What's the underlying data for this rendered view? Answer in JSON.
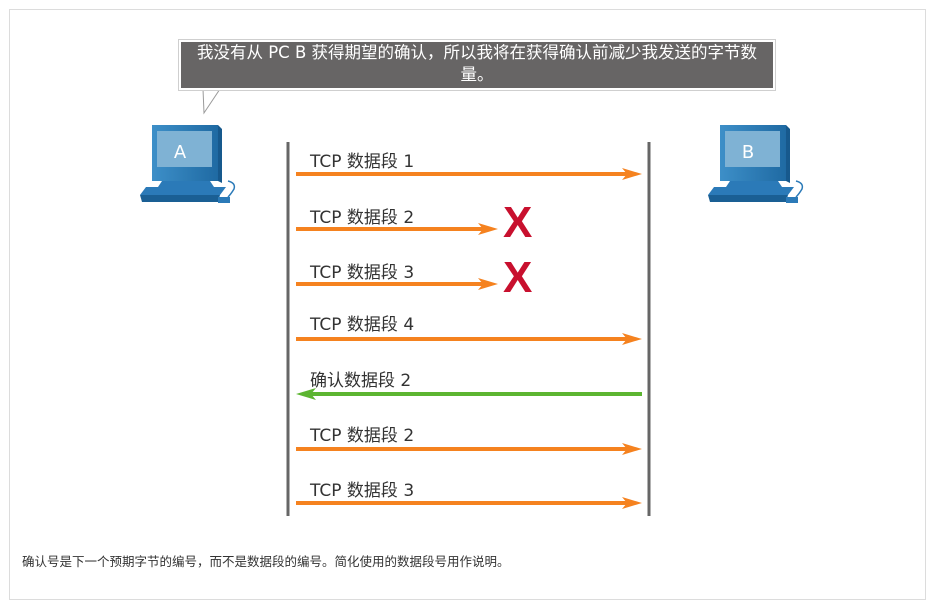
{
  "callout": {
    "text": "我没有从 PC B 获得期望的确认，所以我将在获得确认前减少我发送的字节数量。"
  },
  "hosts": {
    "left": {
      "label": "A",
      "icon": "computer-icon"
    },
    "right": {
      "label": "B",
      "icon": "computer-icon"
    }
  },
  "segments": [
    {
      "label": "TCP 数据段 1",
      "direction": "A-to-B",
      "lost": false,
      "color": "#f5821f"
    },
    {
      "label": "TCP 数据段 2",
      "direction": "A-to-B",
      "lost": true,
      "color": "#f5821f",
      "loss_mark": "X"
    },
    {
      "label": "TCP 数据段 3",
      "direction": "A-to-B",
      "lost": true,
      "color": "#f5821f",
      "loss_mark": "X"
    },
    {
      "label": "TCP 数据段 4",
      "direction": "A-to-B",
      "lost": false,
      "color": "#f5821f"
    },
    {
      "label": "确认数据段 2",
      "direction": "B-to-A",
      "lost": false,
      "color": "#5cb531"
    },
    {
      "label": "TCP 数据段 2",
      "direction": "A-to-B",
      "lost": false,
      "color": "#f5821f"
    },
    {
      "label": "TCP 数据段 3",
      "direction": "A-to-B",
      "lost": false,
      "color": "#f5821f"
    }
  ],
  "footnote": "确认号是下一个预期字节的编号，而不是数据段的编号。简化使用的数据段号用作说明。",
  "colors": {
    "timeline": "#666666",
    "loss_mark": "#c8102e",
    "computer_blue": "#2b7ab8",
    "screen_blue": "#7fb2d4"
  }
}
